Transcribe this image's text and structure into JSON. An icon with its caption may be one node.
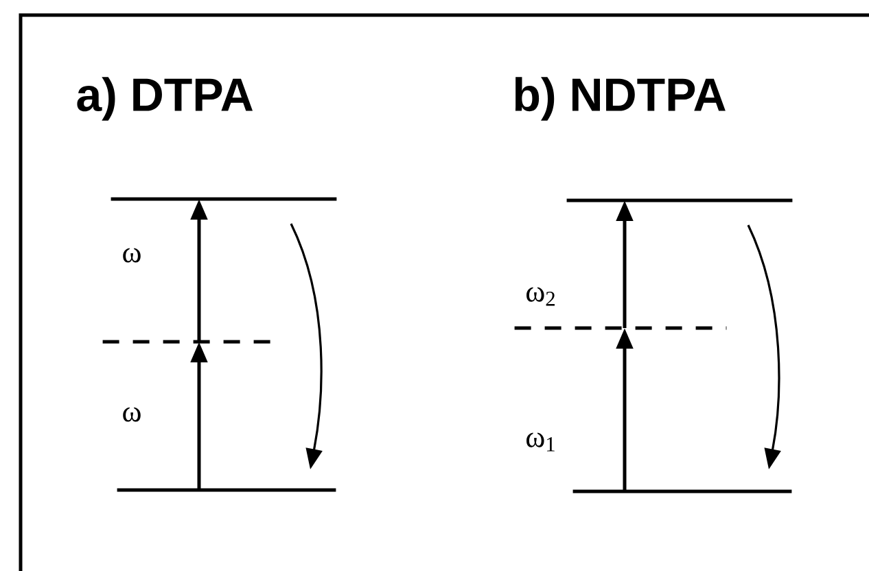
{
  "diagram": {
    "nodes": [
      {
        "text": [],
        "shape": "line"
      },
      {
        "text": [],
        "shape": "dashed"
      },
      {
        "text": [],
        "shape": "line"
      },
      {
        "text": [],
        "shape": "line"
      },
      {
        "text": [],
        "shape": "dashed"
      },
      {
        "text": [],
        "shape": "line"
      }
    ],
    "edges": [
      {
        "from": 2,
        "to": 1,
        "arrow": "to",
        "label": "ω"
      },
      {
        "from": 1,
        "to": 0,
        "arrow": "to",
        "label": "ω"
      },
      {
        "from": 0,
        "to": 2,
        "arrow": "to"
      },
      {
        "from": 5,
        "to": 4,
        "arrow": "to",
        "label": "ω$_{1}$"
      },
      {
        "from": 4,
        "to": 3,
        "arrow": "to",
        "label": "ω$_{2}$"
      },
      {
        "from": 3,
        "to": 5,
        "arrow": "to"
      }
    ],
    "labels": [
      "a) DTPA",
      "b) NDTPA"
    ]
  }
}
